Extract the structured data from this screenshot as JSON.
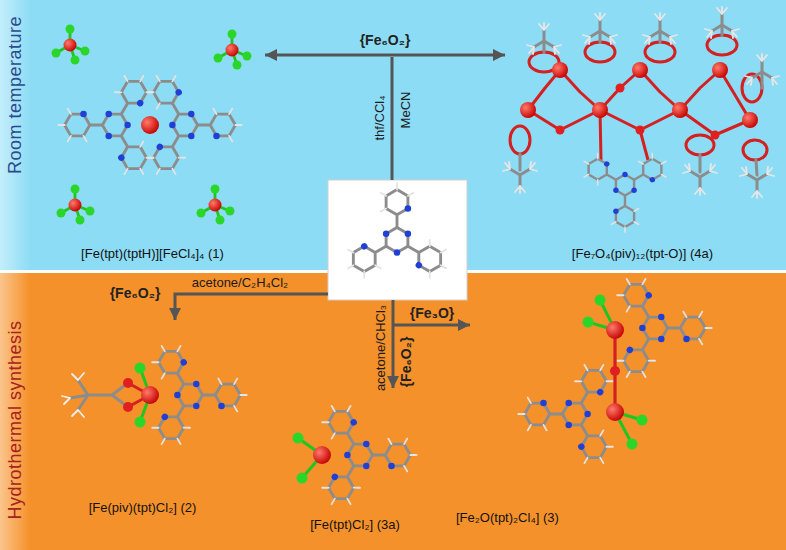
{
  "diagram": {
    "nodes": [
      {
        "text": [
          "Room temperature"
        ]
      },
      {
        "text": [
          "Hydrothermal synthesis"
        ]
      },
      {
        "text": [
          "[Fe(tpt)(tptH)][FeCl₄]₄ (1)"
        ],
        "in": 0
      },
      {
        "text": [
          "[Fe₇O₄(piv)₁₂(tpt-O)] (4a)"
        ],
        "in": 0
      },
      {
        "text": [
          "[Fe(piv)(tpt)Cl₂] (2)"
        ],
        "in": 1
      },
      {
        "text": [
          "[Fe(tpt)Cl₂] (3a)"
        ],
        "in": 1
      },
      {
        "text": [
          "[Fe₂O(tpt)₂Cl₄] (3)"
        ],
        "in": 1
      }
    ],
    "edges": [
      {
        "from": 2,
        "to": 3,
        "arrow": "both",
        "label": "{Fe₆O₂}"
      }
    ],
    "labels": [
      "thf/CCl₄",
      "MeCN",
      "{Fe₆O₂}",
      "acetone/C₂H₄Cl₂",
      "acetone/CHCl₃",
      "{Fe₆O₂}",
      "{Fe₃O}"
    ]
  }
}
